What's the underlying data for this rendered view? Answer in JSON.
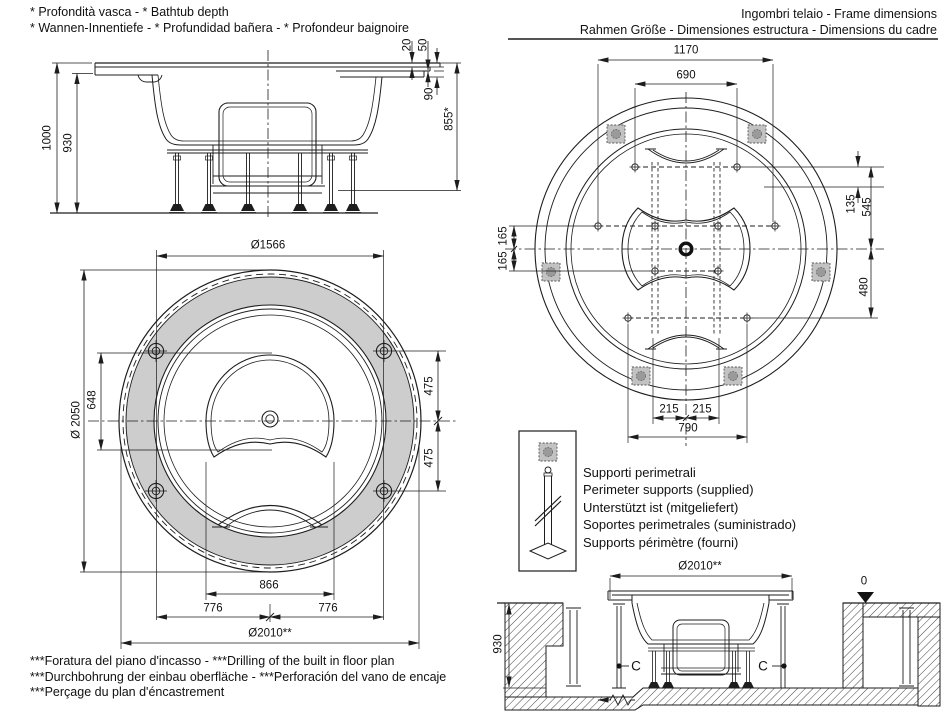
{
  "header_left": {
    "line1": "* Profondità vasca - * Bathtub depth",
    "line2": "* Wannen-Innentiefe - * Profundidad bañera - * Profondeur baignoire"
  },
  "header_right": {
    "line1": "Ingombri telaio - Frame dimensions",
    "line2": "Rahmen Größe - Dimensiones estructura - Dimensions du cadre"
  },
  "footer": {
    "line1": "***Foratura del piano d'incasso - ***Drilling of the built in floor plan",
    "line2": "***Durchbohrung der einbau oberfläche - ***Perforación del vano de encaje",
    "line3": "***Perçage du plan d'éncastrement"
  },
  "legend": {
    "line1": "Supporti perimetrali",
    "line2": "Perimeter supports (supplied)",
    "line3": "Unterstützt ist (mitgeliefert)",
    "line4": "Soportes perimetrales (suministrado)",
    "line5": "Supports  périmètre (fourni)"
  },
  "side_view": {
    "total_height": "1000",
    "body_height": "930",
    "rim_lip": "20",
    "rim_thickness": "50",
    "rim_edge": "90",
    "depth": "855*"
  },
  "plan_view": {
    "opening_dia": "Ø1566",
    "outer_dia": "Ø 2050",
    "floor_depth": "648",
    "support_up": "475",
    "support_down": "475",
    "floor_width": "866",
    "support_left": "776",
    "support_right": "776",
    "drill_dia": "Ø2010**"
  },
  "frame_view": {
    "outer_span": "1170",
    "inner_span": "690",
    "offset_135": "135",
    "offset_545": "545",
    "offset_480": "480",
    "left_up": "165",
    "left_down": "165",
    "bottom_left": "215",
    "bottom_right": "215",
    "bottom_span": "790"
  },
  "section_view": {
    "drill_dia": "Ø2010**",
    "datum": "0",
    "pit_depth": "930",
    "support_left": "C",
    "support_right": "C"
  },
  "colors": {
    "line": "#1d1d1d",
    "rim_fill": "#cdcdcd",
    "support_fill": "#c2c2c2"
  }
}
